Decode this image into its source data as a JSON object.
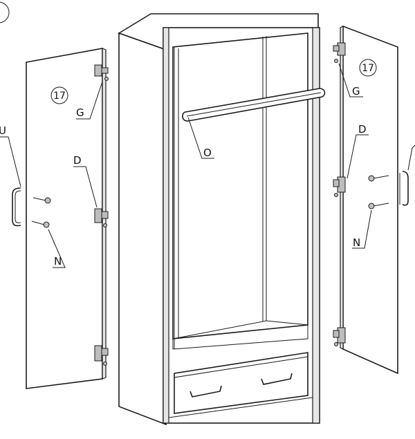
{
  "diagram": {
    "labels": {
      "U": "U",
      "G": "G",
      "D": "D",
      "N": "N",
      "O": "O"
    },
    "part_number": "17"
  }
}
